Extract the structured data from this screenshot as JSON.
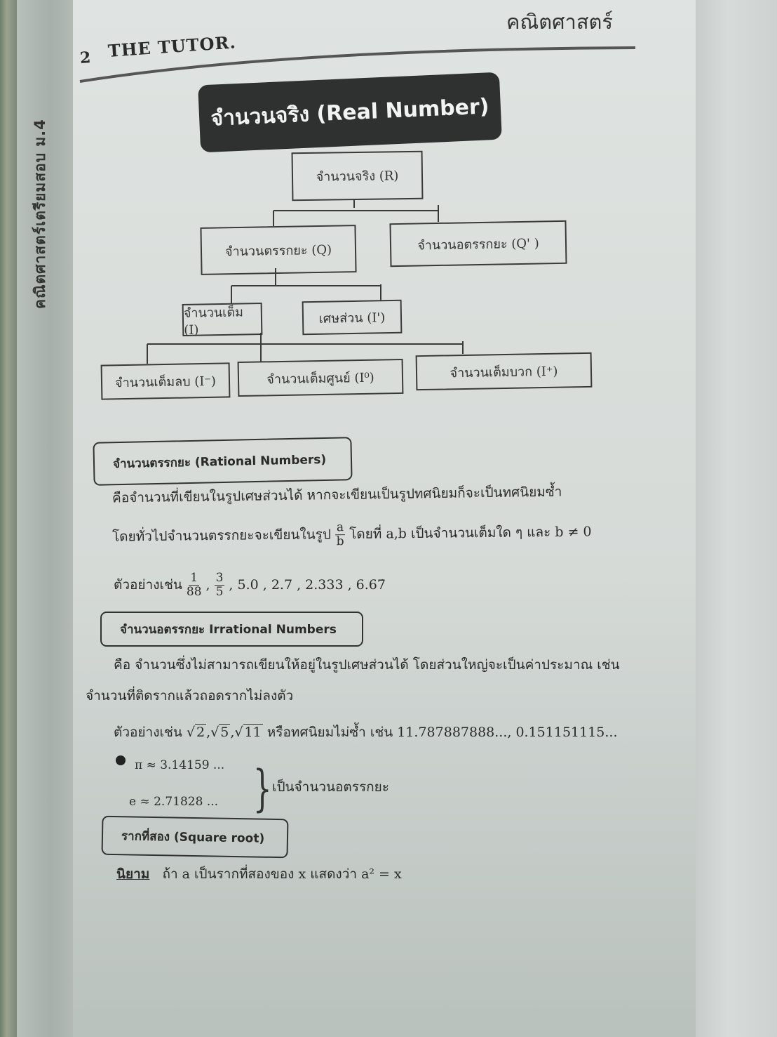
{
  "header": {
    "page_number": "2",
    "book_title": "THE TUTOR.",
    "subject": "คณิตศาสตร์",
    "spine_text": "คณิตศาสตร์เตรียมสอบ ม.4"
  },
  "main_title": "จำนวนจริง (Real Number)",
  "tree": {
    "root": "จำนวนจริง (R)",
    "rational": "จำนวนตรรกยะ (Q)",
    "irrational": "จำนวนอตรรกยะ (Q' )",
    "integer": "จำนวนเต็ม (I)",
    "fraction": "เศษส่วน (I')",
    "negative": "จำนวนเต็มลบ (I⁻)",
    "zero": "จำนวนเต็มศูนย์ (I⁰)",
    "positive": "จำนวนเต็มบวก (I⁺)"
  },
  "rational_section": {
    "heading": "จำนวนตรรกยะ (Rational Numbers)",
    "definition": "คือจำนวนที่เขียนในรูปเศษส่วนได้ หากจะเขียนเป็นรูปทศนิยมก็จะเป็นทศนิยมซ้ำ",
    "form_prefix": "โดยทั่วไปจำนวนตรรกยะจะเขียนในรูป",
    "form_num": "a",
    "form_den": "b",
    "form_suffix": "โดยที่ a,b เป็นจำนวนเต็มใด ๆ และ b ≠ 0",
    "example_label": "ตัวอย่างเช่น",
    "example_frac1_num": "1",
    "example_frac1_den": "88",
    "example_frac2_num": "3",
    "example_frac2_den": "5",
    "example_rest": ", 5.0 , 2.7 , 2.333 , 6.67̇"
  },
  "irrational_section": {
    "heading": "จำนวนอตรรกยะ  Irrational Numbers",
    "definition_line1": "คือ จำนวนซึ่งไม่สามารถเขียนให้อยู่ในรูปเศษส่วนได้ โดยส่วนใหญ่จะเป็นค่าประมาณ เช่น",
    "definition_line2": "จำนวนที่ติดรากแล้วถอดรากไม่ลงตัว",
    "example_label": "ตัวอย่างเช่น",
    "roots": [
      "2",
      "5",
      "11"
    ],
    "example_rest": "หรือทศนิยมไม่ซ้ำ เช่น 11.787887888..., 0.151151115...",
    "pi_line": "π  ≈  3.14159 ...",
    "e_line": "e  ≈  2.71828 ...",
    "brace_label": "เป็นจำนวนอตรรกยะ"
  },
  "sqrt_section": {
    "heading": "รากที่สอง (Square root)",
    "def_label": "นิยาม",
    "def_text": "ถ้า a เป็นรากที่สองของ x แสดงว่า a² = x"
  }
}
